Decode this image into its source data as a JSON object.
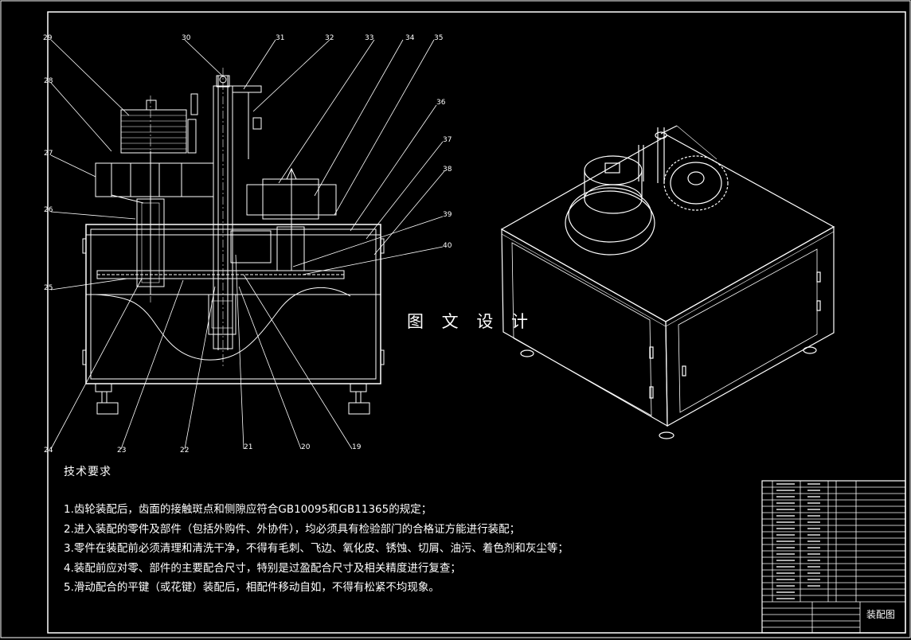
{
  "balloons": {
    "top": [
      "29",
      "30",
      "31",
      "32",
      "33",
      "34",
      "35"
    ],
    "right": [
      "36",
      "37",
      "38",
      "39",
      "40"
    ],
    "left": [
      "28",
      "27",
      "26",
      "25"
    ],
    "bottom": [
      "24",
      "23",
      "22",
      "21",
      "20",
      "19"
    ]
  },
  "watermark": "图 文 设 计",
  "requirements": {
    "title": "技术要求",
    "items": [
      "1.齿轮装配后，齿面的接触斑点和侧隙应符合GB10095和GB11365的规定；",
      "2.进入装配的零件及部件（包括外购件、外协件），均必须具有检验部门的合格证方能进行装配；",
      "3.零件在装配前必须清理和清洗干净，不得有毛刺、飞边、氧化皮、锈蚀、切屑、油污、着色剂和灰尘等；",
      "4.装配前应对零、部件的主要配合尺寸，特别是过盈配合尺寸及相关精度进行复查；",
      "5.滑动配合的平键（或花键）装配后，相配件移动自如，不得有松紧不均现象。"
    ]
  },
  "title_block": {
    "drawing_name": "装配图"
  },
  "colors": {
    "background": "#000000",
    "lines": "#ffffff",
    "frame": "#ffffff"
  }
}
